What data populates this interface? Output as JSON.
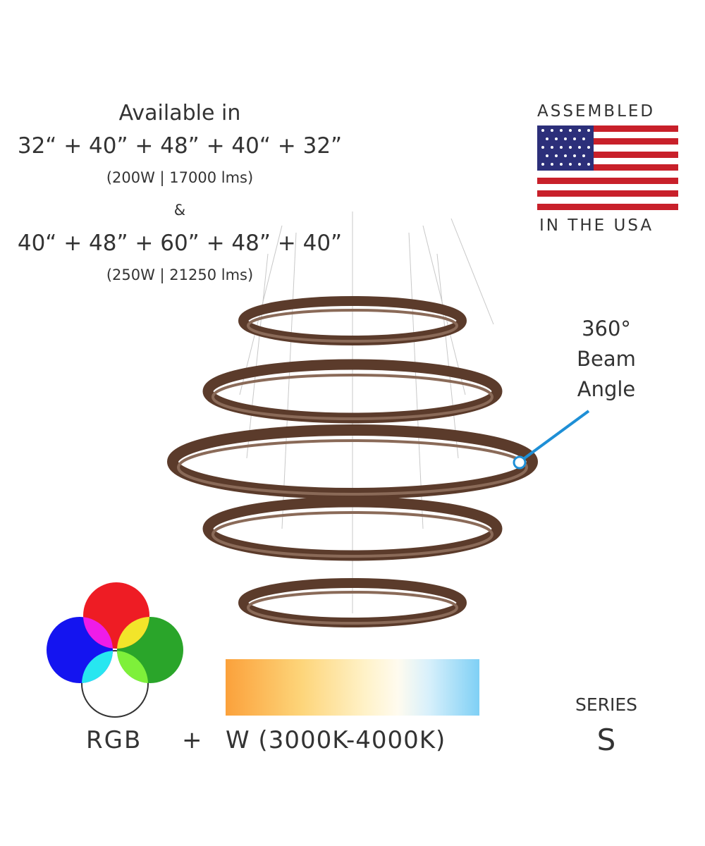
{
  "availability": {
    "heading": "Available in",
    "option1_sizes": "32“ + 40” + 48” + 40“ + 32”",
    "option1_specs": "(200W | 17000 lms)",
    "separator": "&",
    "option2_sizes": "40“ + 48” + 60” + 48” + 40”",
    "option2_specs": "(250W | 21250 lms)"
  },
  "badge": {
    "top": "ASSEMBLED",
    "bottom": "IN THE USA"
  },
  "callout": {
    "line1": "360°",
    "line2": "Beam",
    "line3": "Angle",
    "color": "#1e8fd6"
  },
  "color_options": {
    "rgb": "RGB",
    "plus": "+",
    "white": "W (3000K-4000K)"
  },
  "series": {
    "label": "SERIES",
    "letter": "S"
  },
  "colors": {
    "ring": "#5b3b2b",
    "ring_inner": "#8a6a58"
  }
}
